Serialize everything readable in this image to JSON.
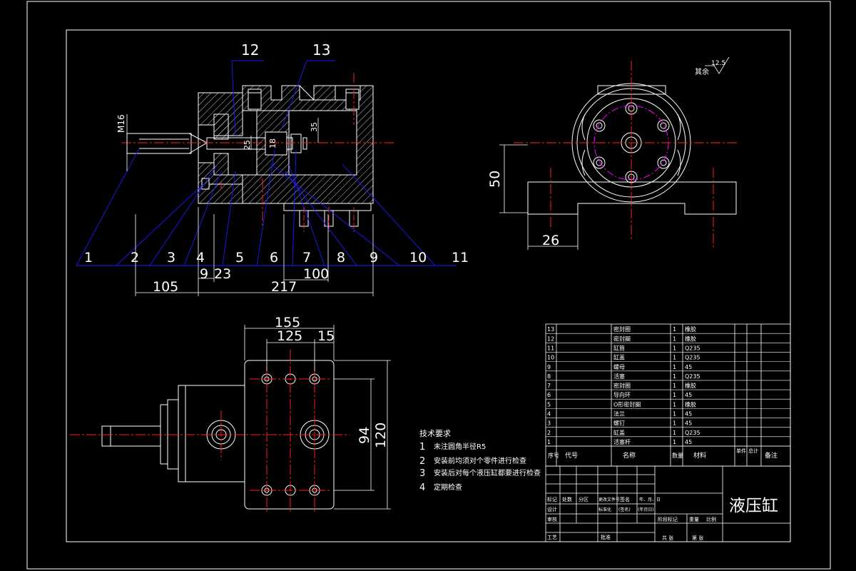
{
  "drawing_title": "液压缸",
  "balloons": [
    "1",
    "2",
    "3",
    "4",
    "5",
    "6",
    "7",
    "8",
    "9",
    "10",
    "11",
    "12",
    "13"
  ],
  "thread_label": "M16",
  "section_dims": {
    "d35": "35",
    "d25": "25",
    "d18": "18"
  },
  "front_dims": {
    "d105": "105",
    "d9": "9",
    "d23": "23",
    "d100": "100",
    "d217": "217"
  },
  "side_dims": {
    "d50": "50",
    "d26": "26"
  },
  "surface_finish": {
    "label": "其余",
    "value": "12.5"
  },
  "top_dims": {
    "d155": "155",
    "d125": "125",
    "d15": "15",
    "d94": "94",
    "d120": "120"
  },
  "tech_requirements": {
    "heading": "技术要求",
    "items": [
      {
        "num": "1",
        "text": "未注圆角半径R5"
      },
      {
        "num": "2",
        "text": "安装前均须对个零件进行检查"
      },
      {
        "num": "3",
        "text": "安装后对每个液压缸都要进行检查"
      },
      {
        "num": "4",
        "text": "定期检查"
      }
    ]
  },
  "bom": {
    "rows": [
      {
        "no": "13",
        "name": "密封圈",
        "qty": "1",
        "material": "橡胶"
      },
      {
        "no": "12",
        "name": "密封圈",
        "qty": "1",
        "material": "橡胶"
      },
      {
        "no": "11",
        "name": "缸筒",
        "qty": "1",
        "material": "Q235"
      },
      {
        "no": "10",
        "name": "缸盖",
        "qty": "1",
        "material": "Q235"
      },
      {
        "no": "9",
        "name": "螺母",
        "qty": "1",
        "material": "45"
      },
      {
        "no": "8",
        "name": "活塞",
        "qty": "1",
        "material": "Q235"
      },
      {
        "no": "7",
        "name": "密封圈",
        "qty": "1",
        "material": "橡胶"
      },
      {
        "no": "6",
        "name": "导向环",
        "qty": "1",
        "material": "45"
      },
      {
        "no": "5",
        "name": "O形密封圈",
        "qty": "1",
        "material": "橡胶"
      },
      {
        "no": "4",
        "name": "法兰",
        "qty": "1",
        "material": "45"
      },
      {
        "no": "3",
        "name": "螺钉",
        "qty": "1",
        "material": "45"
      },
      {
        "no": "2",
        "name": "缸盖",
        "qty": "1",
        "material": "Q235"
      },
      {
        "no": "1",
        "name": "活塞杆",
        "qty": "1",
        "material": "45"
      }
    ],
    "header": {
      "seq": "序号",
      "code": "代号",
      "name": "名称",
      "qty": "数量",
      "material": "材料",
      "unit_weight": "单件",
      "total_weight": "总计",
      "remark": "备注"
    }
  },
  "title_block": {
    "row1": [
      "标记",
      "处数",
      "分区",
      "更改文件号",
      "签名",
      "年、月、日"
    ],
    "row2": [
      "设计",
      "",
      "",
      "标准化",
      "(签名)",
      "(年月日)"
    ],
    "row3": [
      "审核"
    ],
    "row4": [
      "工艺",
      "",
      "",
      "批准"
    ],
    "stage_labels": [
      "阶段标记",
      "重量",
      "比例"
    ],
    "sheets": [
      "共 张",
      "第 张"
    ]
  }
}
